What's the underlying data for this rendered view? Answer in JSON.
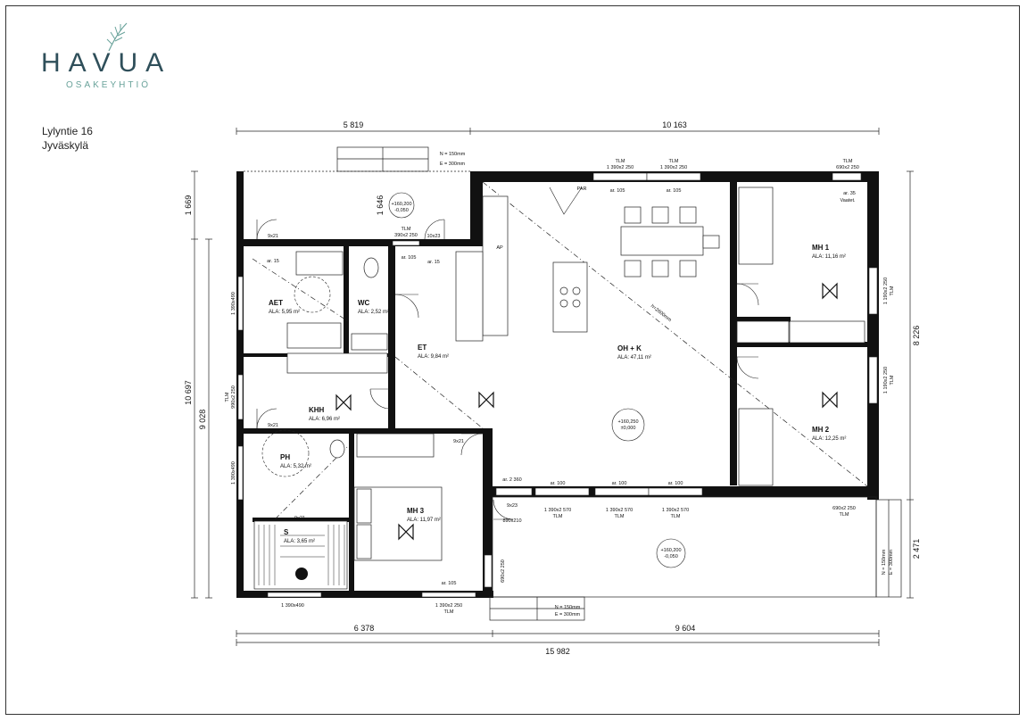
{
  "logo": {
    "name": "HAVUA",
    "subtitle": "OSAKEYHTIÖ"
  },
  "address": {
    "street": "Lylyntie 16",
    "city": "Jyväskylä"
  },
  "dimensions": {
    "top_left": "5 819",
    "top_right": "10 163",
    "bottom_left": "6 378",
    "bottom_right": "9 604",
    "bottom_total": "15 982",
    "left_outer_top": "1 669",
    "left_outer_total": "10 697",
    "left_inner": "9 028",
    "right_upper": "8 226",
    "right_lower": "2 471",
    "terrace_depth": "1 646"
  },
  "rooms": [
    {
      "name": "AET",
      "area": "ALA: 5,95 m²"
    },
    {
      "name": "WC",
      "area": "ALA: 2,52 m²"
    },
    {
      "name": "ET",
      "area": "ALA: 9,84 m²"
    },
    {
      "name": "KHH",
      "area": "ALA: 6,96 m²"
    },
    {
      "name": "PH",
      "area": "ALA: 5,32 m²"
    },
    {
      "name": "S",
      "area": "ALA: 3,65 m²"
    },
    {
      "name": "MH 3",
      "area": "ALA: 11,97 m²"
    },
    {
      "name": "OH + K",
      "area": "ALA: 47,11 m²"
    },
    {
      "name": "MH 1",
      "area": "ALA: 11,16 m²"
    },
    {
      "name": "MH 2",
      "area": "ALA: 12,25 m²"
    }
  ],
  "windows": {
    "tlm": "TLM",
    "w1390x2250": "1 390x2 250",
    "w690x2250": "690x2 250",
    "w390x2250": "390x2 250",
    "w1390x2570": "1 390x2 570",
    "w1390x490": "1 390x490",
    "w1190x2250": "1 190x2 250",
    "w990x2250": "990x2 250",
    "w2360": "ar. 2 360"
  },
  "doors": {
    "d9x21": "9x21",
    "d9x23": "9x23",
    "d10x23": "10x23",
    "d890x210": "890x210"
  },
  "vents": {
    "ar15": "ar. 15",
    "ar105": "ar. 105",
    "ar100": "ar. 100",
    "ar35": "ar. 35"
  },
  "notes": {
    "terrace_top": "N = 150mm",
    "terrace_top2": "E = 300mm",
    "terrace_level": "+160,200",
    "terrace_level2": "-0,050",
    "floor_level": "+160,250",
    "floor_level2": "±0,000",
    "south_terrace": "+160,200",
    "south_terrace2": "-0,050",
    "steps_bottom": "N = 150mm",
    "steps_bottom2": "E = 300mm",
    "steps_right": "N = 150mm",
    "steps_right2": "E = 300mm",
    "vaate": "Vaatet.",
    "ap": "AP",
    "par": "PAR",
    "diag": "h=2600mm"
  }
}
